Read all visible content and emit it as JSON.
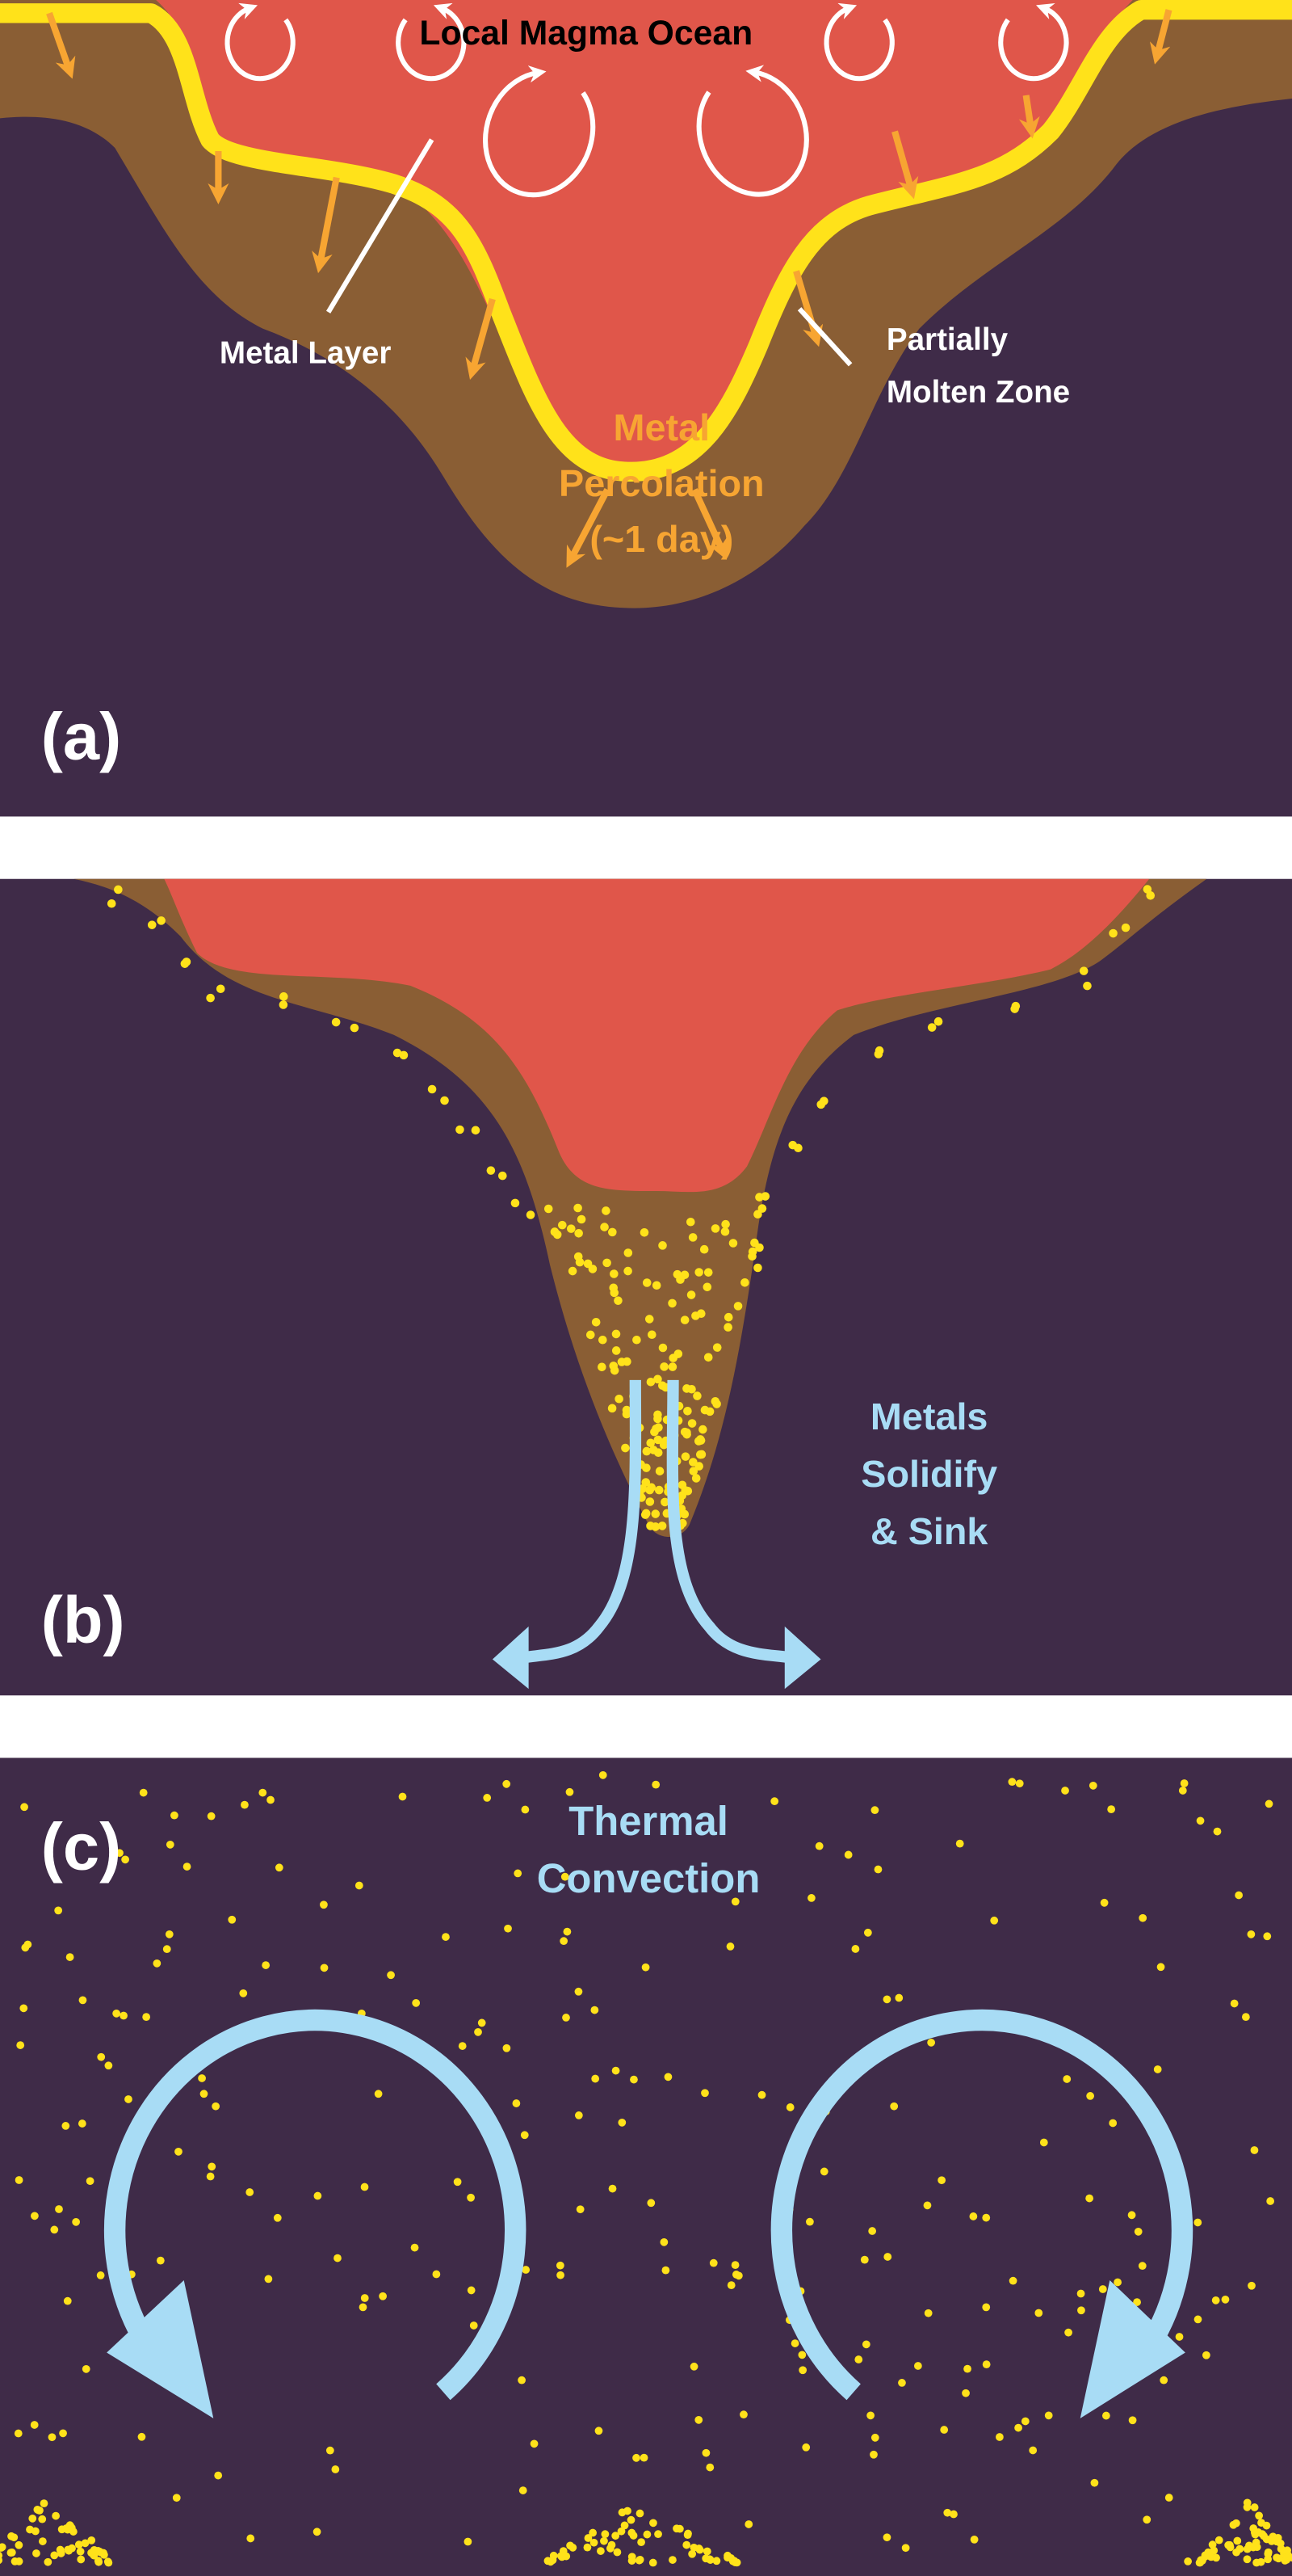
{
  "panel_a": {
    "label": "(a)",
    "title": "Local Magma Ocean",
    "metal_layer": "Metal Layer",
    "partially_molten": [
      "Partially",
      "Molten Zone"
    ],
    "percolation": [
      "Metal",
      "Percolation",
      "(~1 day)"
    ]
  },
  "panel_b": {
    "label": "(b)",
    "caption": [
      "Metals",
      "Solidify",
      "& Sink"
    ]
  },
  "panel_c": {
    "label": "(c)",
    "caption": [
      "Thermal",
      "Convection"
    ]
  },
  "colors": {
    "mantle": "#3f2b48",
    "magma": "#e0564a",
    "partial_melt": "#8a5e34",
    "metal": "#ffe21a",
    "percolation": "#f7a532",
    "flow": "#a8dcf5"
  }
}
